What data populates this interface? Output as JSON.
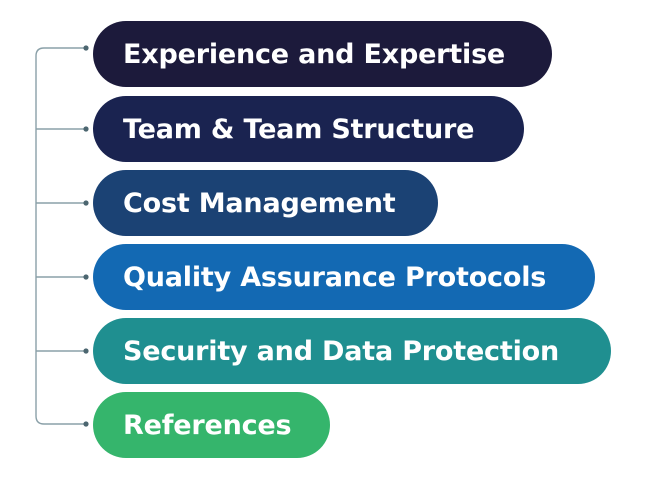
{
  "diagram": {
    "items": [
      {
        "label": "Experience and Expertise",
        "color": "#1c1a3b"
      },
      {
        "label": "Team & Team Structure",
        "color": "#1a2350"
      },
      {
        "label": "Cost Management",
        "color": "#1b4274"
      },
      {
        "label": "Quality Assurance Protocols",
        "color": "#1369b3"
      },
      {
        "label": "Security and Data Protection",
        "color": "#1f8f90"
      },
      {
        "label": "References",
        "color": "#35b56c"
      }
    ],
    "connector_color": "#8aa0a8"
  }
}
